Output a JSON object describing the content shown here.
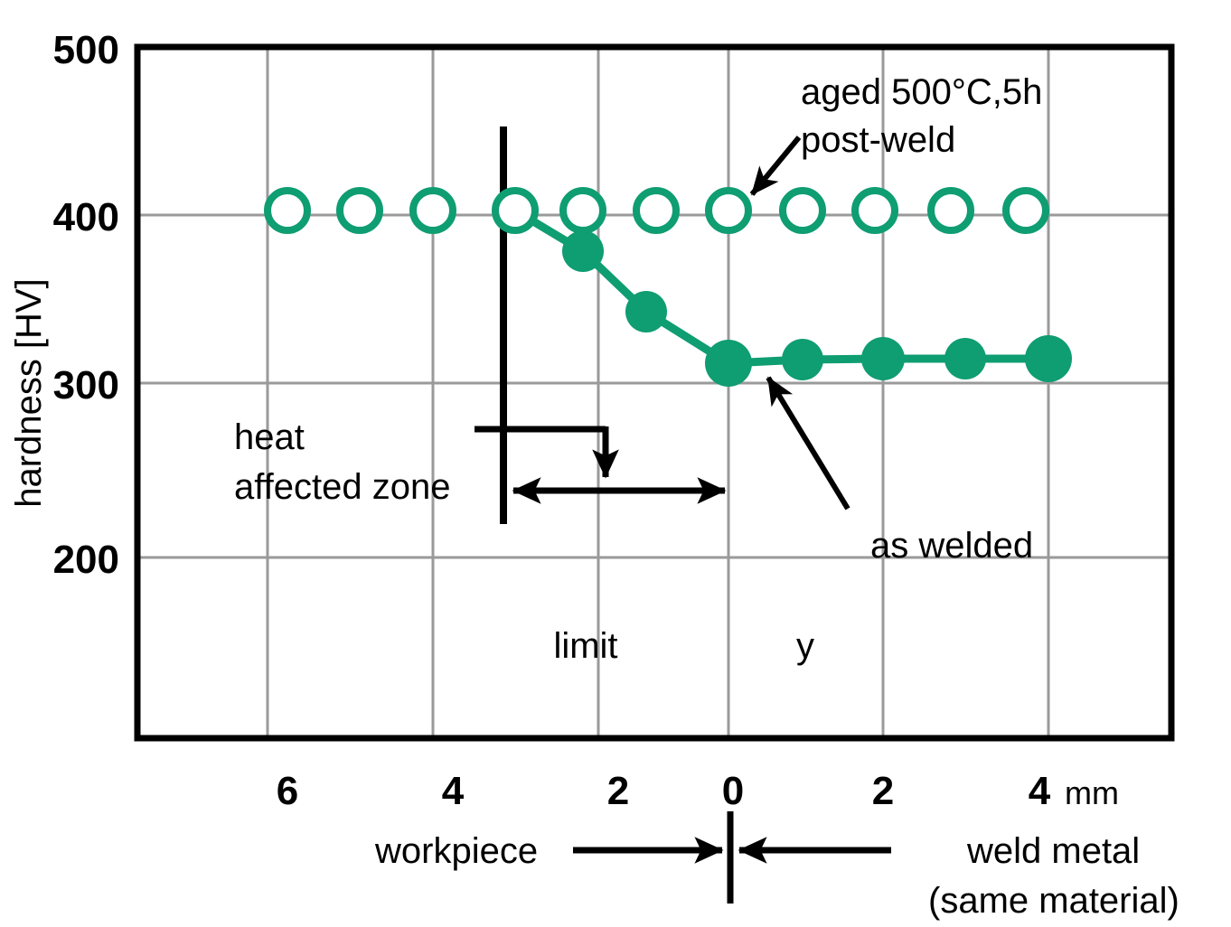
{
  "chart_data": {
    "type": "line",
    "title": "",
    "subtitle": "",
    "xlabel": "",
    "ylabel": "hardness [HV]",
    "x_unit": "mm",
    "xlim": [
      -7.1,
      4.6
    ],
    "ylim": [
      130,
      500
    ],
    "grid": true,
    "legend_position": "annotations-inline",
    "x_tick_labels": [
      "6",
      "4",
      "2",
      "0",
      "2",
      "4"
    ],
    "x_tick_values": [
      -6,
      -4,
      -2,
      0,
      2,
      4
    ],
    "y_tick_labels": [
      "500",
      "400",
      "300",
      "200"
    ],
    "y_tick_values": [
      500,
      400,
      300,
      200
    ],
    "series": [
      {
        "name": "aged 500°C,5h post-weld",
        "marker": "open-circle",
        "color": "#0f9d72",
        "line": false,
        "x": [
          -6.0,
          -5.25,
          -4.0,
          -3.0,
          -2.0,
          -1.25,
          0.0,
          1.0,
          2.0,
          3.0,
          4.0
        ],
        "values": [
          403,
          403,
          403,
          403,
          403,
          403,
          403,
          403,
          403,
          403,
          403
        ]
      },
      {
        "name": "as welded",
        "marker": "filled-circle",
        "color": "#0f9d72",
        "line": true,
        "x": [
          -3.0,
          -2.25,
          -1.25,
          0.0,
          1.0,
          2.0,
          3.0,
          4.0
        ],
        "values": [
          403,
          381,
          346,
          313,
          315,
          316,
          316,
          316
        ]
      }
    ],
    "annotations": [
      {
        "id": "aged-label-line1",
        "text": "aged 500°C,5h"
      },
      {
        "id": "aged-label-line2",
        "text": "post-weld"
      },
      {
        "id": "as-welded-label",
        "text": "as welded"
      },
      {
        "id": "haz-label-line1",
        "text": "heat"
      },
      {
        "id": "haz-label-line2",
        "text": "affected zone"
      },
      {
        "id": "limit-label",
        "text": "limit"
      },
      {
        "id": "y-label",
        "text": "y"
      },
      {
        "id": "workpiece-label",
        "text": "workpiece"
      },
      {
        "id": "weld-metal-label-line1",
        "text": "weld metal"
      },
      {
        "id": "weld-metal-label-line2",
        "text": "(same material)"
      }
    ]
  },
  "axes": {
    "y_title": "hardness [HV]",
    "y_ticks": [
      "500",
      "400",
      "300",
      "200"
    ],
    "x_ticks": [
      "6",
      "4",
      "2",
      "0",
      "2",
      "4"
    ],
    "x_unit": "mm"
  },
  "annotations": {
    "aged_line1": "aged 500°C,5h",
    "aged_line2": "post-weld",
    "as_welded": "as welded",
    "haz_line1": "heat",
    "haz_line2": "affected zone",
    "limit": "limit",
    "y_marker": "y",
    "workpiece": "workpiece",
    "weld_metal_line1": "weld metal",
    "weld_metal_line2": "(same material)"
  },
  "colors": {
    "series": "#0f9d72",
    "grid": "#9a9a9a",
    "frame": "#000000",
    "background": "#ffffff"
  }
}
